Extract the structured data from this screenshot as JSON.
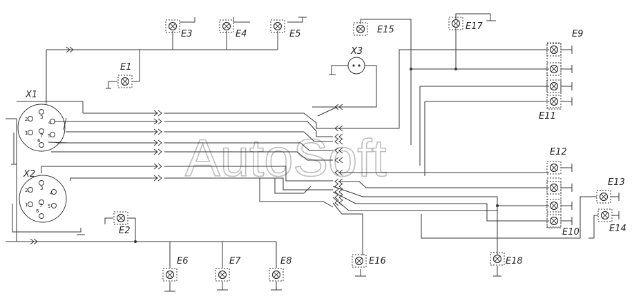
{
  "watermark": "AutoSoft",
  "connectors": {
    "x1": "X1",
    "x2": "X2",
    "x3": "X3"
  },
  "pins_x1": [
    "3",
    "4",
    "2",
    "7",
    "5",
    "1",
    "6"
  ],
  "pins_x2": [
    "3",
    "4",
    "2",
    "7",
    "5",
    "1",
    "6"
  ],
  "lamps": {
    "e1": "E1",
    "e2": "E2",
    "e3": "E3",
    "e4": "E4",
    "e5": "E5",
    "e6": "E6",
    "e7": "E7",
    "e8": "E8",
    "e9": "E9",
    "e10": "E10",
    "e11": "E11",
    "e12": "E12",
    "e13": "E13",
    "e14": "E14",
    "e15": "E15",
    "e16": "E16",
    "e17": "E17",
    "e18": "E18"
  }
}
